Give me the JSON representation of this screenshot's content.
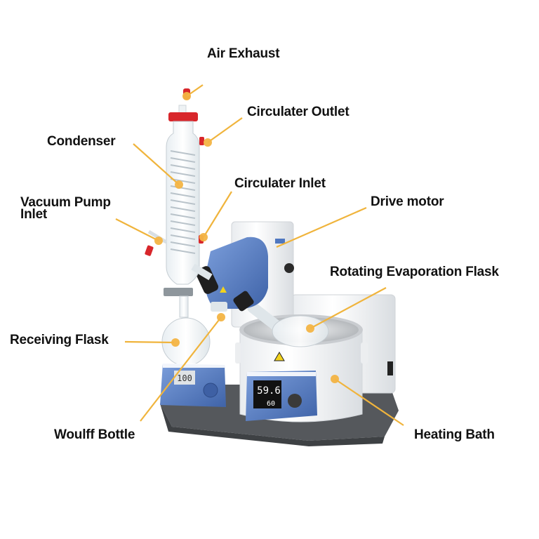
{
  "labels": {
    "air_exhaust": "Air Exhaust",
    "circulater_outlet": "Circulater Outlet",
    "condenser": "Condenser",
    "circulater_inlet": "Circulater Inlet",
    "vacuum_pump_inlet_1": "Vacuum Pump",
    "vacuum_pump_inlet_2": "Inlet",
    "drive_motor": "Drive motor",
    "rotating_evaporation_flask": "Rotating Evaporation Flask",
    "receiving_flask": "Receiving Flask",
    "woulff_bottle": "Woulff Bottle",
    "heating_bath": "Heating Bath"
  },
  "devices": {
    "vacuum_controller_reading": "100",
    "bath_display_reading": "59.6",
    "bath_setpoint": "60"
  },
  "colors": {
    "leader": "#f0b43c",
    "device_blue": "#5b82c4",
    "base_gray": "#55585c",
    "cap_red": "#d8262b"
  }
}
